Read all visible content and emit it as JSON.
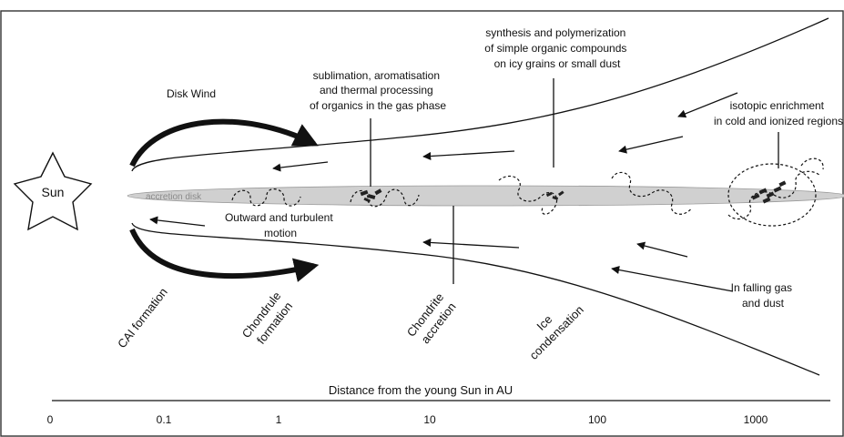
{
  "sun": {
    "label": "Sun"
  },
  "disk": {
    "label": "accretion disk"
  },
  "labels": {
    "disk_wind": "Disk Wind",
    "sublimation": [
      "sublimation, aromatisation",
      "and thermal processing",
      "of organics in the gas phase"
    ],
    "synthesis": [
      "synthesis and polymerization",
      "of simple organic compounds",
      "on icy grains or small dust"
    ],
    "isotopic": [
      "isotopic enrichment",
      "in cold and ionized regions"
    ],
    "outward": [
      "Outward and turbulent",
      "motion"
    ],
    "infalling": [
      "In falling gas",
      "and dust"
    ]
  },
  "zones": {
    "cai": "CAI formation",
    "chondrule": [
      "Chondrule",
      "formation"
    ],
    "chondrite": [
      "Chondrite",
      "accretion"
    ],
    "ice": [
      "Ice",
      "condensation"
    ]
  },
  "axis": {
    "title": "Distance from the young Sun in AU",
    "ticks": [
      "0",
      "0.1",
      "1",
      "10",
      "100",
      "1000"
    ]
  }
}
